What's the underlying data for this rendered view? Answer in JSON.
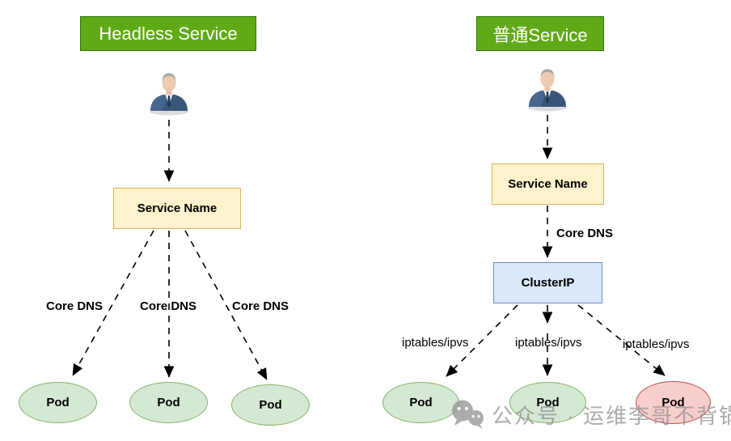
{
  "diagram": {
    "left": {
      "title": "Headless Service",
      "service_box_label": "Service Name",
      "edge_labels": [
        "Core DNS",
        "Core DNS",
        "Core DNS"
      ],
      "pods": [
        "Pod",
        "Pod",
        "Pod"
      ]
    },
    "right": {
      "title": "普通Service",
      "service_box_label": "Service Name",
      "dns_edge_label": "Core DNS",
      "cluster_box_label": "ClusterIP",
      "edge_labels": [
        "iptables/ipvs",
        "iptables/ipvs",
        "iptables/ipvs"
      ],
      "pods": [
        "Pod",
        "Pod",
        "Pod"
      ]
    },
    "watermark": {
      "icon": "wechat-icon",
      "text": "公众号 · 运维李哥不背锅"
    },
    "colors": {
      "title_fill": "#60A917",
      "title_border": "#2D7600",
      "title_text": "#FFFFFF",
      "service_fill": "#FFF2CC",
      "service_border": "#D6B656",
      "cluster_fill": "#DAE8FC",
      "cluster_border": "#6C8EBF",
      "pod_green_fill": "#D5E8D4",
      "pod_green_border": "#82B366",
      "pod_red_fill": "#F8CECC",
      "pod_red_border": "#B85450",
      "edge_stroke": "#000000",
      "watermark_gray": "#949494"
    }
  }
}
